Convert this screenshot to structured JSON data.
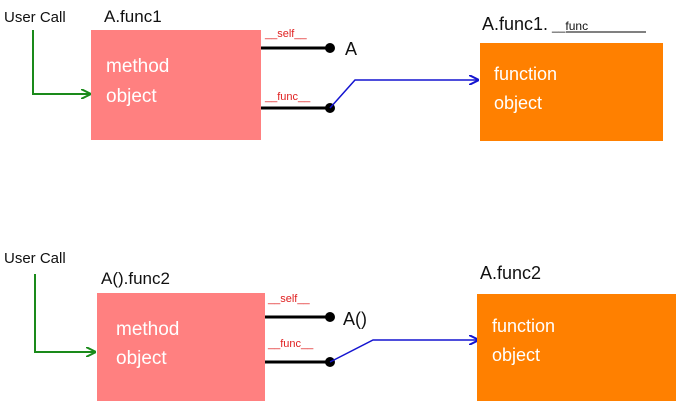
{
  "colors": {
    "method_box": "#ff8080",
    "function_box": "#ff8000",
    "user_call_arrow": "#1a8a1a",
    "link_line": "#1414d0",
    "attr_line": "#000000",
    "attr_label": "#e02020"
  },
  "panel_1": {
    "user_call": "User Call",
    "method_title": "A.func1",
    "method_line_1": "method",
    "method_line_2": "object",
    "self_label": "__self__",
    "self_target": "A",
    "func_label": "__func__",
    "function_title_main": "A.func1.",
    "function_title_sub": "__func__",
    "function_line_1": "function",
    "function_line_2": "object"
  },
  "panel_2": {
    "user_call": "User Call",
    "method_title": "A().func2",
    "method_line_1": "method",
    "method_line_2": "object",
    "self_label": "__self__",
    "self_target": "A()",
    "func_label": "__func__",
    "function_title_main": "A.func2",
    "function_line_1": "function",
    "function_line_2": "object"
  }
}
